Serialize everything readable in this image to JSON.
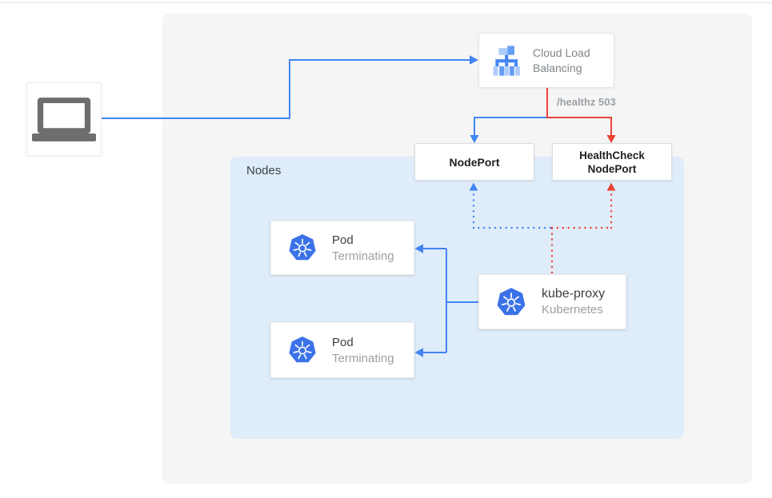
{
  "colors": {
    "blue": "#4285F4",
    "red": "#EA4335",
    "gray_panel": "#F5F5F5",
    "light_blue_panel": "#DFECFA",
    "text_dark": "#3C4043",
    "text_gray": "#9AA0A6",
    "text_black": "#202124",
    "icon_gray": "#6E6E6E",
    "k8s_blue": "#3B72E8",
    "lb_light": "#AECBFA",
    "lb_mid": "#669DF6",
    "lb_dark": "#4285F4"
  },
  "nodes_panel": {
    "label": "Nodes"
  },
  "cloud_load_balancing": {
    "label": "Cloud Load Balancing"
  },
  "health_check_label": "/healthz 503",
  "nodeport": {
    "label": "NodePort"
  },
  "healthcheck_nodeport": {
    "label": "HealthCheck NodePort"
  },
  "pods": [
    {
      "title": "Pod",
      "subtitle": "Terminating"
    },
    {
      "title": "Pod",
      "subtitle": "Terminating"
    }
  ],
  "kube_proxy": {
    "title": "kube-proxy",
    "subtitle": "Kubernetes"
  }
}
